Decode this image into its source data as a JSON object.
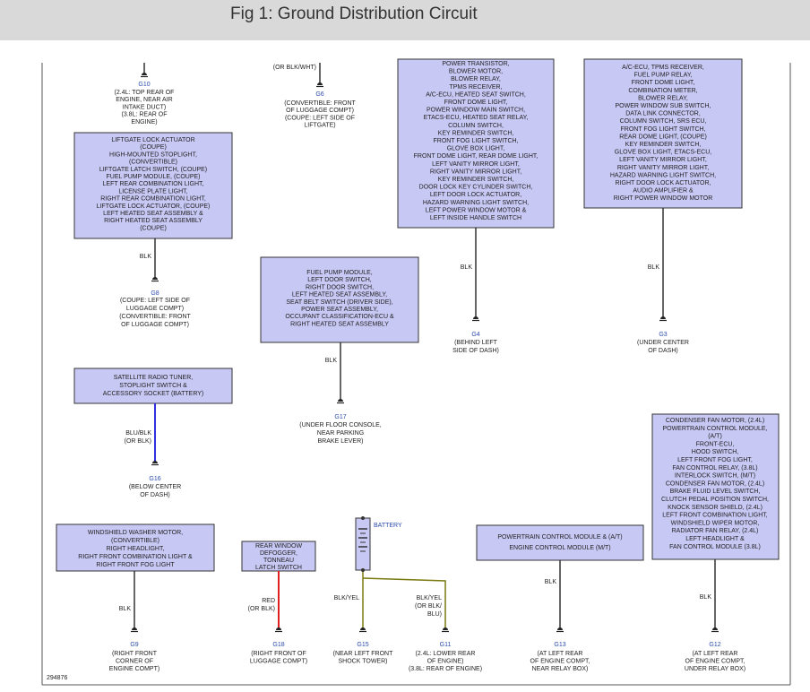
{
  "title": "Fig 1: Ground Distribution Circuit",
  "figure_id": "294876",
  "battery_label": "BATTERY",
  "grounds": {
    "g10": {
      "name": "G10",
      "desc": [
        "(2.4L: TOP REAR OF",
        "ENGINE, NEAR AIR",
        "INTAKE DUCT)",
        "(3.8L: REAR OF",
        "ENGINE)"
      ]
    },
    "g6": {
      "name": "G6",
      "desc": [
        "(CONVERTIBLE: FRONT",
        "OF LUGGAGE COMPT)",
        "(COUPE: LEFT SIDE OF",
        "LIFTGATE)"
      ]
    },
    "g8": {
      "name": "G8",
      "desc": [
        "(COUPE: LEFT SIDE OF",
        "LUGGAGE COMPT)",
        "(CONVERTIBLE: FRONT",
        "OF LUGGAGE COMPT)"
      ]
    },
    "g4": {
      "name": "G4",
      "desc": [
        "(BEHIND LEFT",
        "SIDE OF DASH)"
      ]
    },
    "g3": {
      "name": "G3",
      "desc": [
        "(UNDER CENTER",
        "OF DASH)"
      ]
    },
    "g17": {
      "name": "G17",
      "desc": [
        "(UNDER FLOOR CONSOLE,",
        "NEAR PARKING",
        "BRAKE LEVER)"
      ]
    },
    "g16": {
      "name": "G16",
      "desc": [
        "(BELOW CENTER",
        "OF DASH)"
      ]
    },
    "g9": {
      "name": "G9",
      "desc": [
        "(RIGHT FRONT",
        "CORNER OF",
        "ENGINE COMPT)"
      ]
    },
    "g18": {
      "name": "G18",
      "desc": [
        "(RIGHT FRONT OF",
        "LUGGAGE COMPT)"
      ]
    },
    "g15": {
      "name": "G15",
      "desc": [
        "(NEAR LEFT FRONT",
        "SHOCK TOWER)"
      ]
    },
    "g11": {
      "name": "G11",
      "desc": [
        "(2.4L: LOWER REAR",
        "OF ENGINE)",
        "(3.8L: REAR OF ENGINE)"
      ]
    },
    "g13": {
      "name": "G13",
      "desc": [
        "(AT LEFT REAR",
        "OF ENGINE COMPT,",
        "NEAR RELAY BOX)"
      ]
    },
    "g12": {
      "name": "G12",
      "desc": [
        "(AT LEFT REAR",
        "OF ENGINE COMPT,",
        "UNDER RELAY BOX)"
      ]
    }
  },
  "wires": {
    "g6_top": "(OR BLK/WHT)",
    "g8": "BLK",
    "g4": "BLK",
    "g3": "BLK",
    "g17": "BLK",
    "g16": [
      "BLU/BLK",
      "(OR BLK)"
    ],
    "g9": "BLK",
    "g18": [
      "RED",
      "(OR BLK)"
    ],
    "g15": "BLK/YEL",
    "g11": [
      "BLK/YEL",
      "(OR BLK/",
      "BLU)"
    ],
    "g13": "BLK",
    "g12": "BLK"
  },
  "boxes": {
    "liftgate": [
      "LIFTGATE LOCK ACTUATOR",
      "(COUPE)",
      "HIGH-MOUNTED STOPLIGHT,",
      "(CONVERTIBLE)",
      "LIFTGATE LATCH SWITCH,      (COUPE)",
      "FUEL PUMP MODULE,      (COUPE)",
      "LEFT REAR COMBINATION LIGHT,",
      "LICENSE PLATE LIGHT,",
      "RIGHT REAR COMBINATION LIGHT,",
      "LIFTGATE LOCK ACTUATOR,      (COUPE)",
      "LEFT HEATED SEAT ASSEMBLY &",
      "RIGHT HEATED SEAT ASSEMBLY",
      "(COUPE)"
    ],
    "fuelpump": [
      "FUEL PUMP MODULE,",
      "LEFT DOOR SWITCH,",
      "RIGHT DOOR SWITCH,",
      "LEFT HEATED SEAT ASSEMBLY,",
      "SEAT BELT SWITCH (DRIVER SIDE),",
      "POWER SEAT ASSEMBLY,",
      "OCCUPANT CLASSIFICATION-ECU &",
      "RIGHT HEATED SEAT ASSEMBLY"
    ],
    "g4box": [
      "POWER TRANSISTOR,",
      "BLOWER MOTOR,",
      "BLOWER RELAY,",
      "TPMS RECEIVER,",
      "A/C-ECU, HEATED SEAT SWITCH,",
      "FRONT DOME LIGHT,",
      "POWER WINDOW MAIN SWITCH,",
      "ETACS-ECU, HEATED SEAT RELAY,",
      "COLUMN SWITCH,",
      "KEY REMINDER SWITCH,",
      "FRONT FOG LIGHT SWITCH,",
      "GLOVE BOX LIGHT,",
      "FRONT DOME LIGHT, REAR DOME LIGHT,",
      "LEFT VANITY MIRROR LIGHT,",
      "RIGHT VANITY MIRROR LIGHT,",
      "KEY REMINDER SWITCH,",
      "DOOR LOCK KEY CYLINDER SWITCH,",
      "LEFT DOOR LOCK ACTUATOR,",
      "HAZARD WARNING LIGHT SWITCH,",
      "LEFT POWER WINDOW MOTOR &",
      "LEFT INSIDE HANDLE SWITCH"
    ],
    "g3box": [
      "A/C-ECU, TPMS RECEIVER,",
      "FUEL PUMP RELAY,",
      "FRONT DOME LIGHT,",
      "COMBINATION METER,",
      "BLOWER RELAY,",
      "POWER WINDOW SUB SWITCH,",
      "DATA LINK CONNECTOR,",
      "COLUMN SWITCH, SRS ECU,",
      "FRONT FOG LIGHT SWITCH,",
      "REAR DOME LIGHT,      (COUPE)",
      "KEY REMINDER SWITCH,",
      "GLOVE BOX LIGHT, ETACS-ECU,",
      "LEFT VANITY MIRROR LIGHT,",
      "RIGHT VANITY MIRROR LIGHT,",
      "HAZARD WARNING LIGHT SWITCH,",
      "RIGHT DOOR LOCK ACTUATOR,",
      "AUDIO AMPLIFIER &",
      "RIGHT POWER WINDOW MOTOR"
    ],
    "satellite": [
      "SATELLITE RADIO TUNER,",
      "STOPLIGHT SWITCH &",
      "ACCESSORY SOCKET (BATTERY)"
    ],
    "washer": [
      "WINDSHIELD WASHER MOTOR,",
      "(CONVERTIBLE)",
      "RIGHT HEADLIGHT,",
      "RIGHT FRONT COMBINATION LIGHT &",
      "RIGHT FRONT FOG LIGHT"
    ],
    "defogger": [
      "REAR WINDOW",
      "DEFOGGER,",
      "TONNEAU",
      "LATCH SWITCH"
    ],
    "pcm": [
      "POWERTRAIN CONTROL MODULE &      (A/T)",
      "ENGINE CONTROL MODULE      (M/T)"
    ],
    "condenser": [
      "CONDENSER FAN MOTOR,      (2.4L)",
      "POWERTRAIN CONTROL MODULE,",
      "(A/T)",
      "FRONT-ECU,",
      "HOOD SWITCH,",
      "LEFT FRONT FOG LIGHT,",
      "FAN CONTROL RELAY,      (3.8L)",
      "INTERLOCK SWITCH,      (M/T)",
      "CONDENSER FAN MOTOR,      (2.4L)",
      "BRAKE FLUID LEVEL SWITCH,",
      "CLUTCH PEDAL POSITION SWITCH,",
      "KNOCK SENSOR SHIELD,      (2.4L)",
      "LEFT FRONT COMBINATION LIGHT,",
      "WINDSHIELD WIPER MOTOR,",
      "RADIATOR FAN RELAY,      (2.4L)",
      "LEFT HEADLIGHT &",
      "FAN CONTROL MODULE      (3.8L)"
    ]
  },
  "colors": {
    "box_fill": "#c8c8f5",
    "wire_blk": "#333333",
    "wire_blu": "#3030e0",
    "wire_red": "#e02020",
    "wire_yel": "#7a7a10",
    "ground_label": "#2a4cab"
  }
}
